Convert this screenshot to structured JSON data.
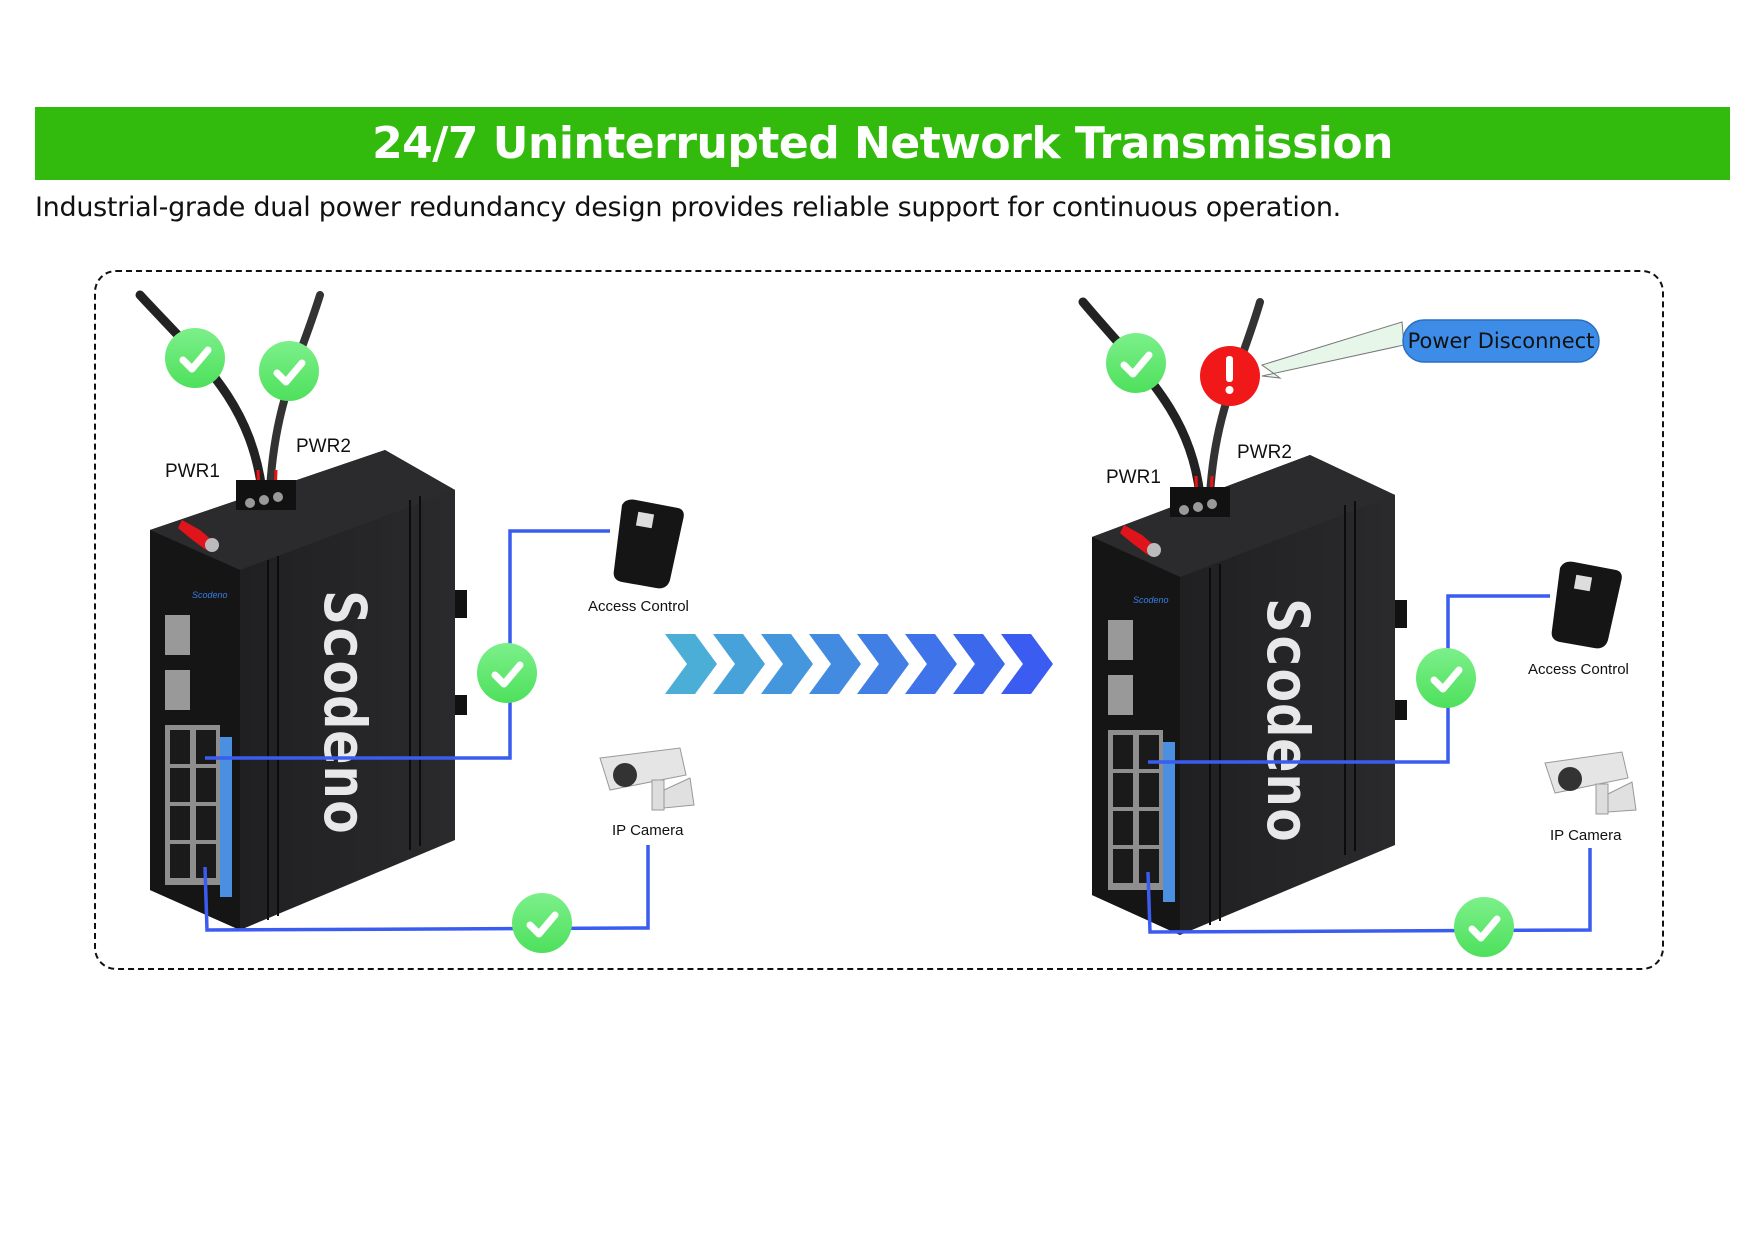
{
  "header": {
    "title": "24/7 Uninterrupted Network Transmission",
    "subtitle": "Industrial-grade dual power redundancy design provides reliable support for continuous operation."
  },
  "colors": {
    "banner": "#32bb0c",
    "link_line": "#3a5cf0",
    "ok_badge": "#5de86a",
    "alert_badge": "#f01818",
    "callout": "#3d8de8",
    "port_panel": "#4a8fe0"
  },
  "scenarios": [
    {
      "id": "normal",
      "power_inputs": [
        {
          "label": "PWR1",
          "status": "ok",
          "icon": "check-icon"
        },
        {
          "label": "PWR2",
          "status": "ok",
          "icon": "check-icon"
        }
      ],
      "switch_brand": "Scodeno",
      "devices": [
        {
          "label": "Access Control",
          "link_status": "ok"
        },
        {
          "label": "IP Camera",
          "link_status": "ok"
        }
      ]
    },
    {
      "id": "pwr2-failed",
      "power_inputs": [
        {
          "label": "PWR1",
          "status": "ok",
          "icon": "check-icon"
        },
        {
          "label": "PWR2",
          "status": "alert",
          "icon": "exclamation-icon"
        }
      ],
      "callout": "Power Disconnect",
      "switch_brand": "Scodeno",
      "devices": [
        {
          "label": "Access Control",
          "link_status": "ok"
        },
        {
          "label": "IP Camera",
          "link_status": "ok"
        }
      ]
    }
  ],
  "transition": {
    "chevron_count": 8,
    "icon": "chevron-right-icon"
  }
}
